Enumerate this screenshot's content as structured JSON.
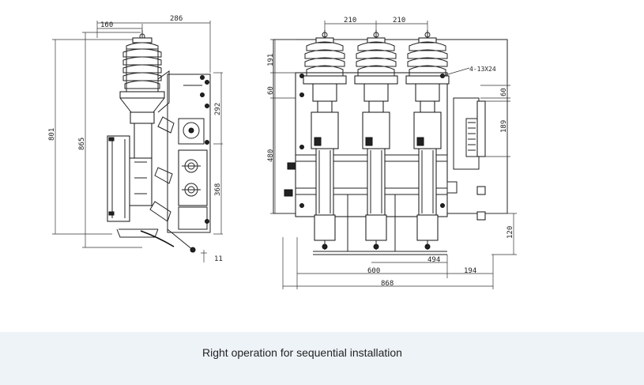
{
  "caption": "Right operation for sequential installation",
  "side_view": {
    "dimensions": [
      "160",
      "286",
      "801",
      "865",
      "292",
      "368",
      "11"
    ]
  },
  "front_view": {
    "dimensions": [
      "210",
      "210",
      "191",
      "60",
      "480",
      "4-13X24",
      "60",
      "189",
      "120",
      "494",
      "600",
      "194",
      "868"
    ]
  },
  "colors": {
    "caption_band": "#eef3f8",
    "line": "#222222"
  }
}
